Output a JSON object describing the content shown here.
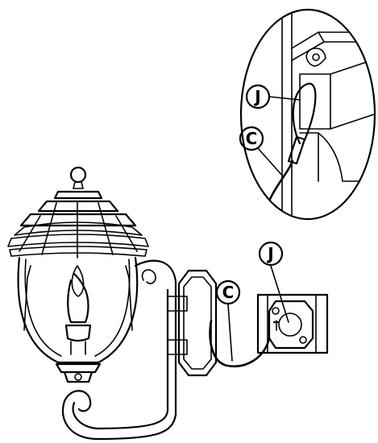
{
  "labels": {
    "inset_j": "J",
    "inset_c": "C",
    "main_c": "C",
    "main_j": "J"
  },
  "colors": {
    "line": "#000000",
    "background": "#ffffff"
  }
}
